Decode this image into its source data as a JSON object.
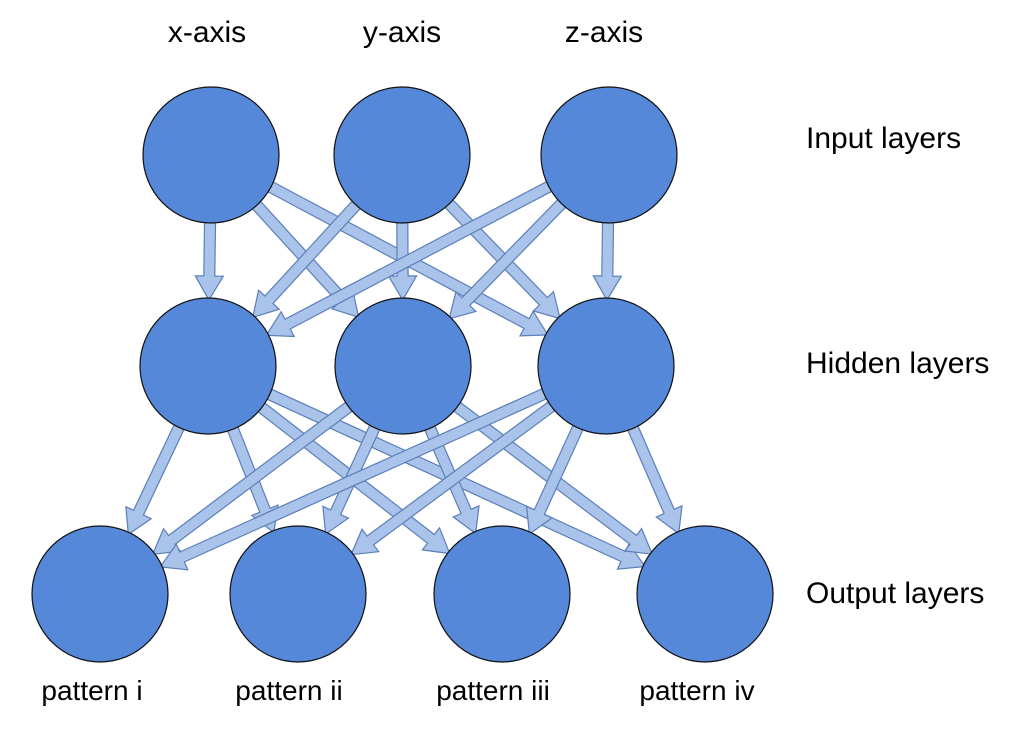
{
  "colors": {
    "node_fill": "#5588d8",
    "node_stroke": "#111111",
    "arrow_fill": "#a9c3ea",
    "arrow_stroke": "#5b7fb8"
  },
  "input_nodes": [
    {
      "id": "in-x",
      "label": "x-axis"
    },
    {
      "id": "in-y",
      "label": "y-axis"
    },
    {
      "id": "in-z",
      "label": "z-axis"
    }
  ],
  "hidden_nodes": [
    {
      "id": "h1"
    },
    {
      "id": "h2"
    },
    {
      "id": "h3"
    }
  ],
  "output_nodes": [
    {
      "id": "out-1",
      "label": "pattern i"
    },
    {
      "id": "out-2",
      "label": "pattern ii"
    },
    {
      "id": "out-3",
      "label": "pattern iii"
    },
    {
      "id": "out-4",
      "label": "pattern iv"
    }
  ],
  "layer_labels": {
    "input": "Input layers",
    "hidden": "Hidden layers",
    "output": "Output layers"
  }
}
